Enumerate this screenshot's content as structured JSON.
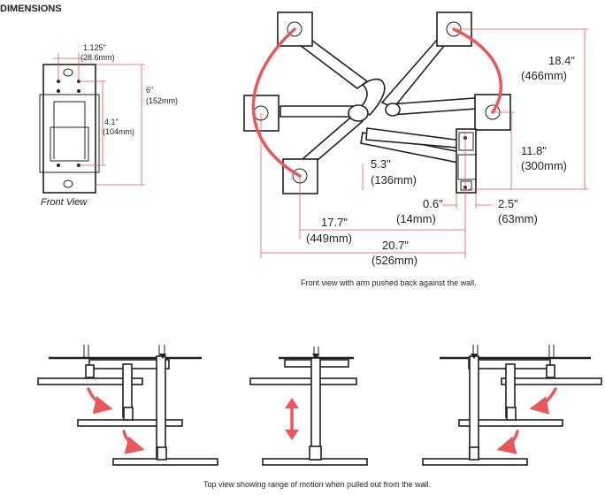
{
  "heading": "DIMENSIONS",
  "front_view": {
    "width_in": "1.125\"",
    "width_mm": "(28.6mm)",
    "height_in": "6\"",
    "height_mm": "(152mm)",
    "hole_spacing_in": "4.1\"",
    "hole_spacing_mm": "(104mm)",
    "label": "Front View"
  },
  "arm_front": {
    "dim_18_4_in": "18.4\"",
    "dim_18_4_mm": "(466mm)",
    "dim_11_8_in": "11.8\"",
    "dim_11_8_mm": "(300mm)",
    "dim_5_3_in": "5.3\"",
    "dim_5_3_mm": "(136mm)",
    "dim_0_6_in": "0.6\"",
    "dim_0_6_mm": "(14mm)",
    "dim_2_5_in": "2.5\"",
    "dim_2_5_mm": "(63mm)",
    "dim_17_7_in": "17.7\"",
    "dim_17_7_mm": "(449mm)",
    "dim_20_7_in": "20.7\"",
    "dim_20_7_mm": "(526mm)",
    "caption": "Front view with arm pushed back against the wall."
  },
  "top_view": {
    "caption": "Top view showing range of motion when pulled out from the wall."
  },
  "colors": {
    "accent": "#e8585a",
    "line": "#231f20"
  }
}
